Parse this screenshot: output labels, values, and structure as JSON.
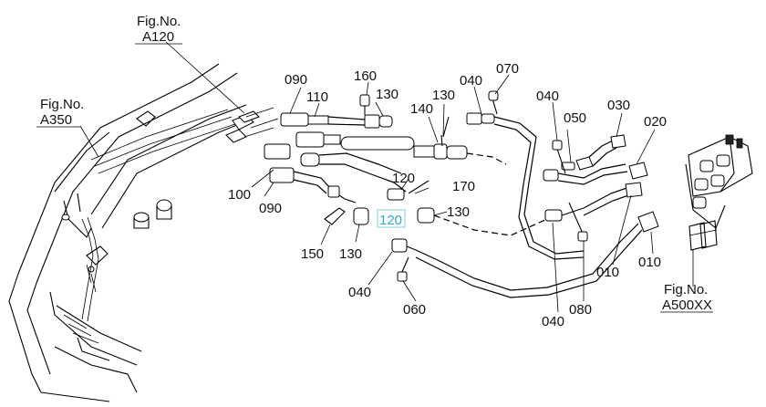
{
  "figure_refs": [
    {
      "id": "a120",
      "line1": "Fig.No.",
      "line2": "A120"
    },
    {
      "id": "a350",
      "line1": "Fig.No.",
      "line2": "A350"
    },
    {
      "id": "a500xx",
      "line1": "Fig.No.",
      "line2": "A500XX"
    }
  ],
  "part_labels": [
    "090",
    "110",
    "160",
    "130",
    "040",
    "070",
    "130",
    "140",
    "040",
    "050",
    "030",
    "020",
    "100",
    "090",
    "120",
    "170",
    "120",
    "130",
    "150",
    "130",
    "040",
    "060",
    "010",
    "010",
    "040",
    "080"
  ],
  "highlighted_label": "120"
}
